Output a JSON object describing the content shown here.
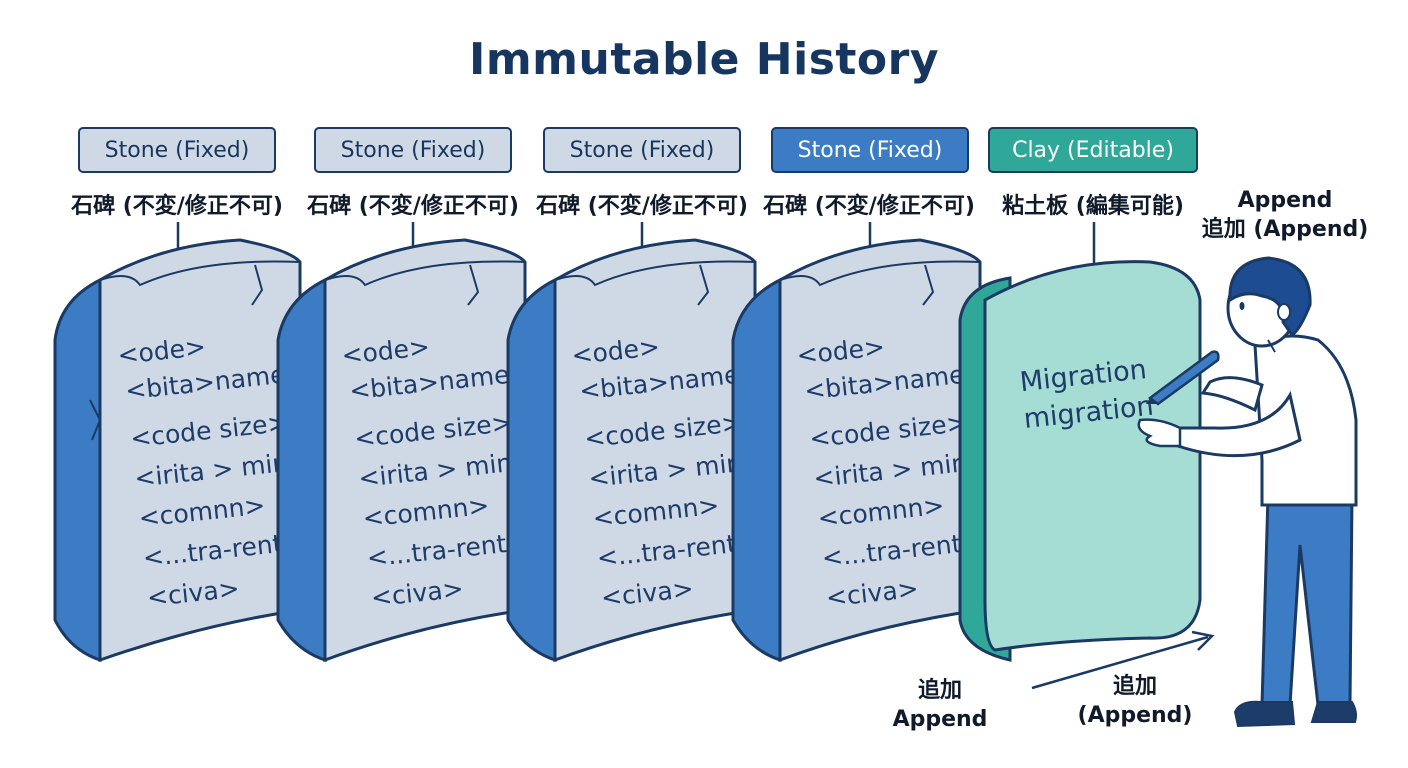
{
  "title": "Immutable History",
  "tablets": [
    {
      "tag": "Stone (Fixed)",
      "sub": "石碑 (不変/修正不可)",
      "lines": [
        "<ode>",
        "<bita>name",
        "<code size>",
        "<irita > mini",
        "<comnn>",
        "<...tra-rento",
        "<civa>"
      ]
    },
    {
      "tag": "Stone (Fixed)",
      "sub": "石碑 (不変/修正不可)",
      "lines": [
        "<ode>",
        "<bita>name",
        "<code size>",
        "<irita > miniz",
        "<comnn>",
        "<...tra-rento",
        "<civa>"
      ]
    },
    {
      "tag": "Stone (Fixed)",
      "sub": "石碑 (不変/修正不可)",
      "lines": [
        "<ode>",
        "<bita>name",
        "<code size>",
        "<irita > mini",
        "<comnn>",
        "<...tra-rento",
        "<civa>"
      ]
    },
    {
      "tag": "Stone (Fixed)",
      "sub": "石碑 (不変/修正不可)",
      "lines": [
        "<ode>",
        "<bita>name",
        "<code size>",
        "<irita > mini",
        "<comnn>",
        "<...tra-rento",
        "<civa>"
      ]
    }
  ],
  "clay": {
    "tag": "Clay (Editable)",
    "sub": "粘土板 (編集可能)",
    "lines": [
      "Migration",
      "migration"
    ]
  },
  "append_top": {
    "line1": "Append",
    "line2": "追加 (Append)"
  },
  "append_bottom_left": {
    "line1": "追加",
    "line2": "Append"
  },
  "append_bottom_right": {
    "line1": "追加",
    "line2": "(Append)"
  },
  "colors": {
    "stone_face": "#cfd9e6",
    "stone_side": "#3c7cc4",
    "clay_face": "#a5ddd5",
    "clay_side": "#2fa89a",
    "outline": "#1b3a63"
  },
  "icons": [
    "person-writing-icon",
    "pen-icon",
    "append-arrow-icon"
  ]
}
